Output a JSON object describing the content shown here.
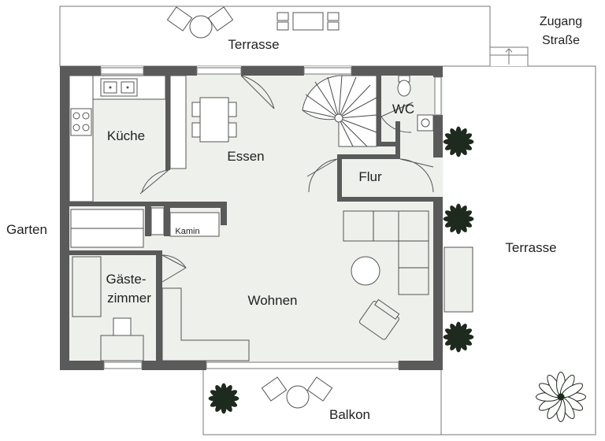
{
  "plan": {
    "rooms": {
      "terrasse_top": "Terrasse",
      "zugang": "Zugang",
      "strasse": "Straße",
      "kueche": "Küche",
      "essen": "Essen",
      "wc": "WC",
      "flur": "Flur",
      "kamin": "Kamin",
      "garten": "Garten",
      "terrasse_right": "Terrasse",
      "gaeste1": "Gäste-",
      "gaeste2": "zimmer",
      "wohnen": "Wohnen",
      "balkon": "Balkon"
    }
  },
  "colors": {
    "wall": "#5a5a5a",
    "floor": "#eef0ec",
    "plant": "#1e2a1e"
  },
  "icons": [
    "plant-icon",
    "staircase-icon",
    "stove-icon",
    "sink-icon",
    "toilet-icon"
  ]
}
